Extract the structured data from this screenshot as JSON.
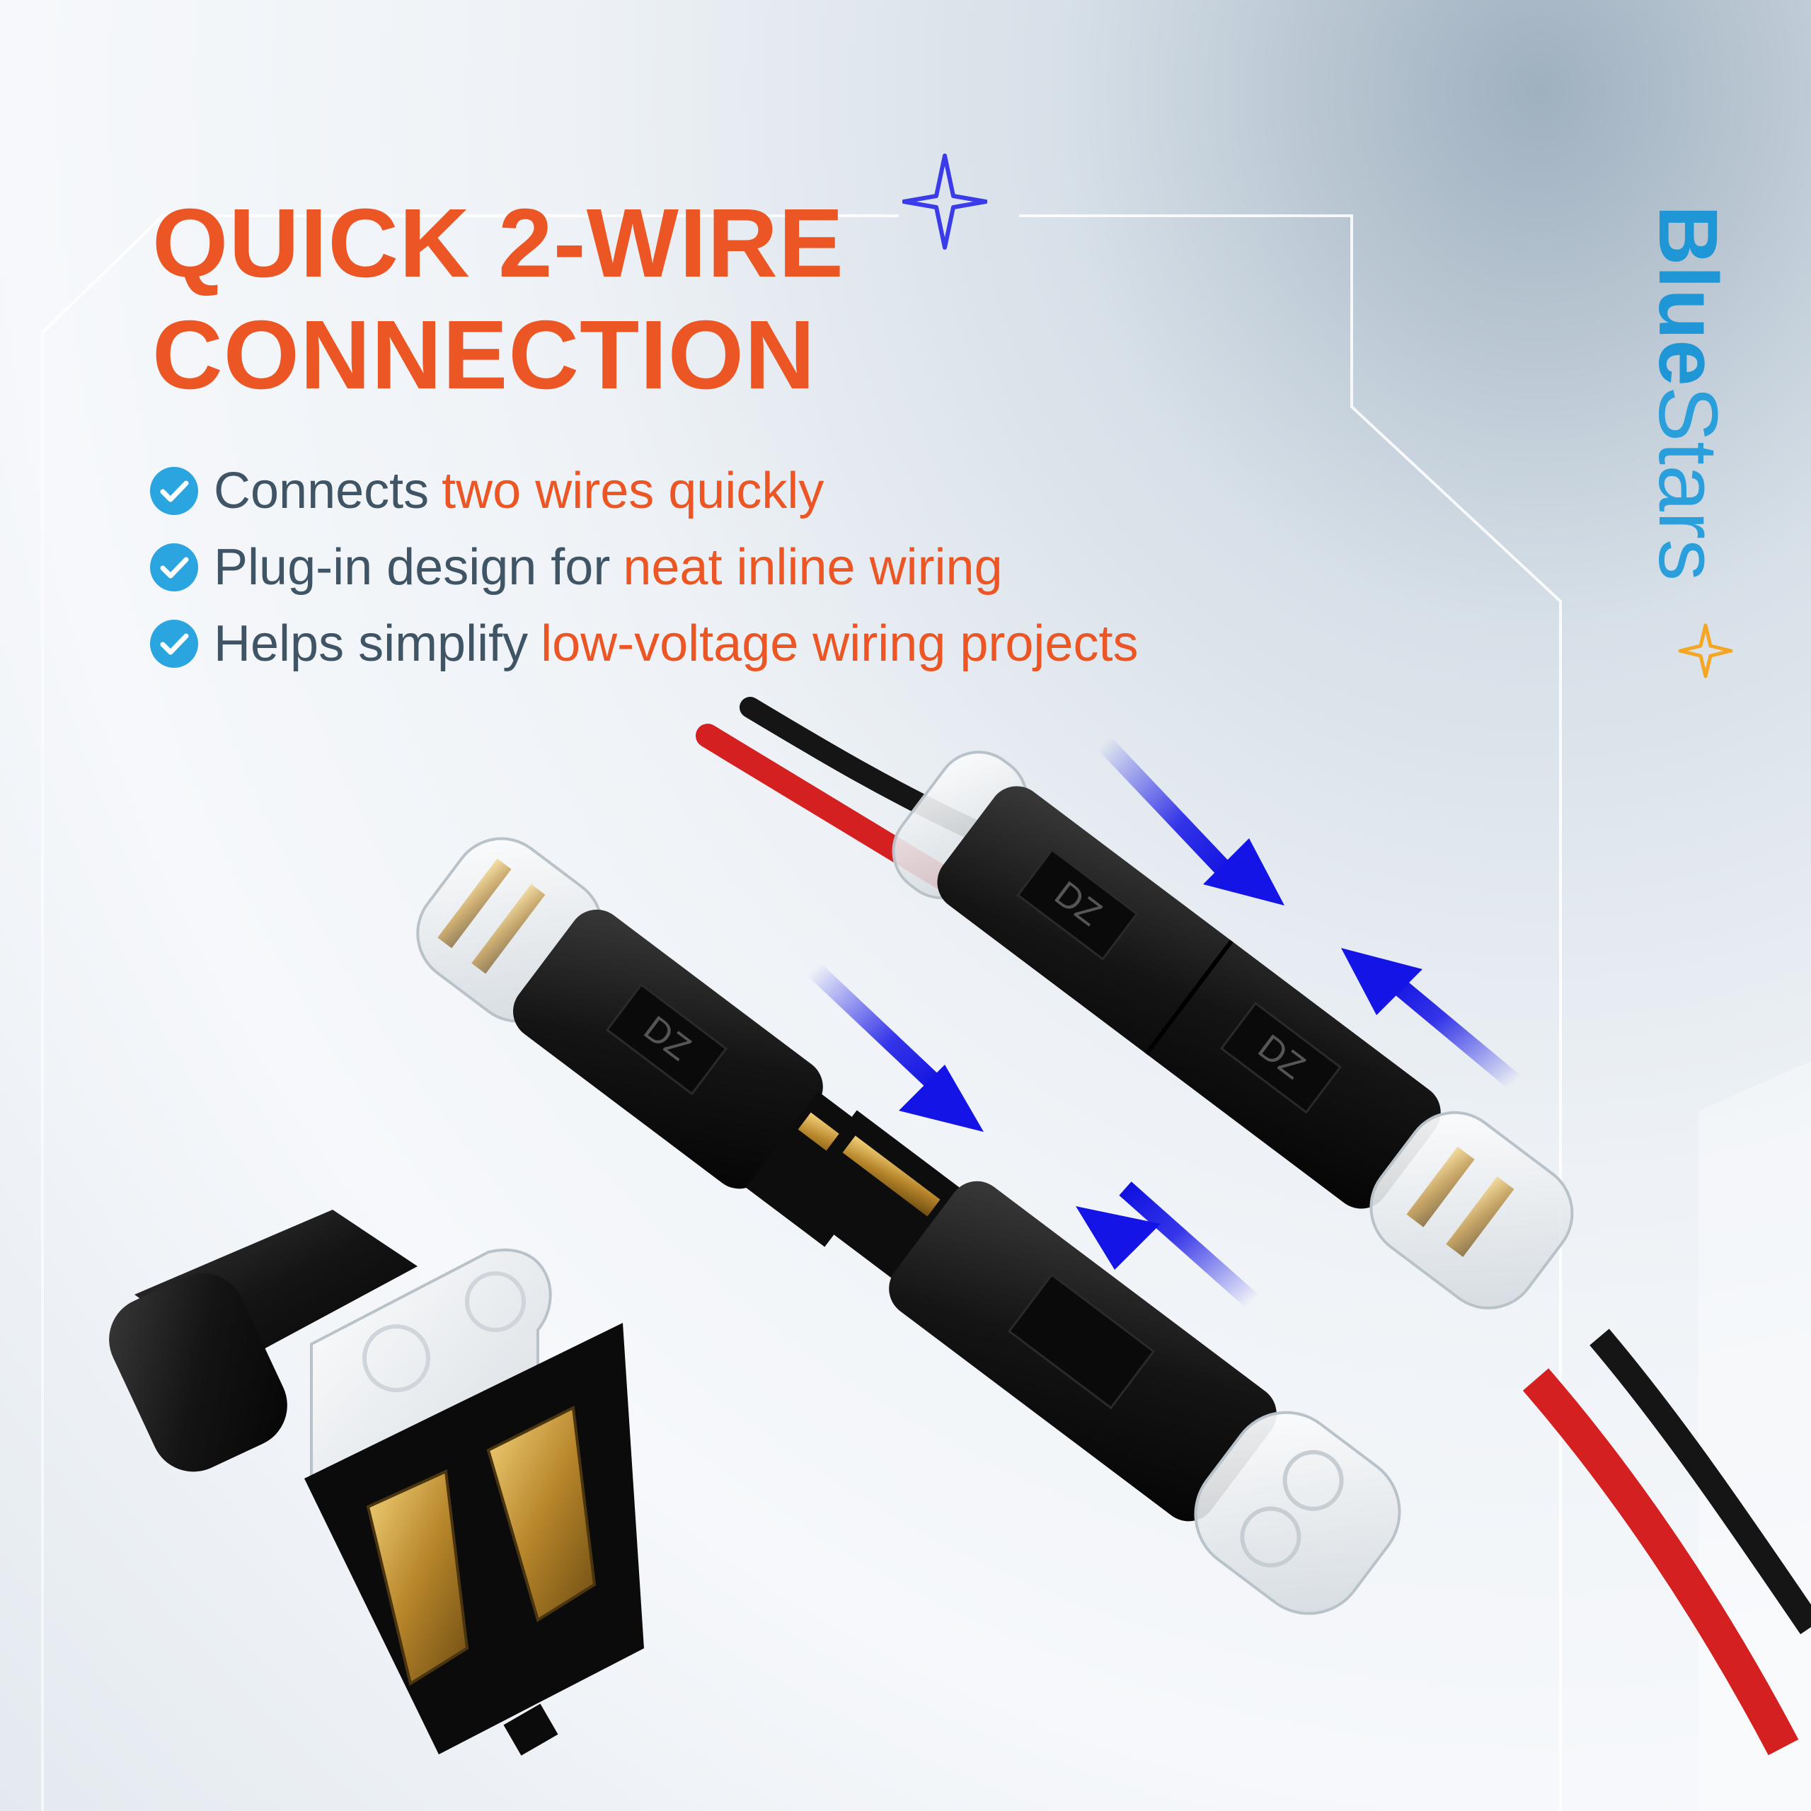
{
  "headline": {
    "line1": "QUICK 2-WIRE",
    "line2": "CONNECTION"
  },
  "bullets": [
    {
      "text": "Connects",
      "highlight": "two wires quickly"
    },
    {
      "text": "Plug-in design for",
      "highlight": "neat inline wiring"
    },
    {
      "text": "Helps simplify",
      "highlight": "low-voltage wiring projects"
    }
  ],
  "brand": {
    "part1": "Blue",
    "part2": "Stars"
  },
  "connector_marking": "DZ",
  "colors": {
    "accent": "#ec5625",
    "text": "#3f5566",
    "brand_blue": "#1f96d5",
    "check_blue": "#2aa5e0",
    "arrow_blue": "#1414e6",
    "star_orange": "#f5a623"
  }
}
